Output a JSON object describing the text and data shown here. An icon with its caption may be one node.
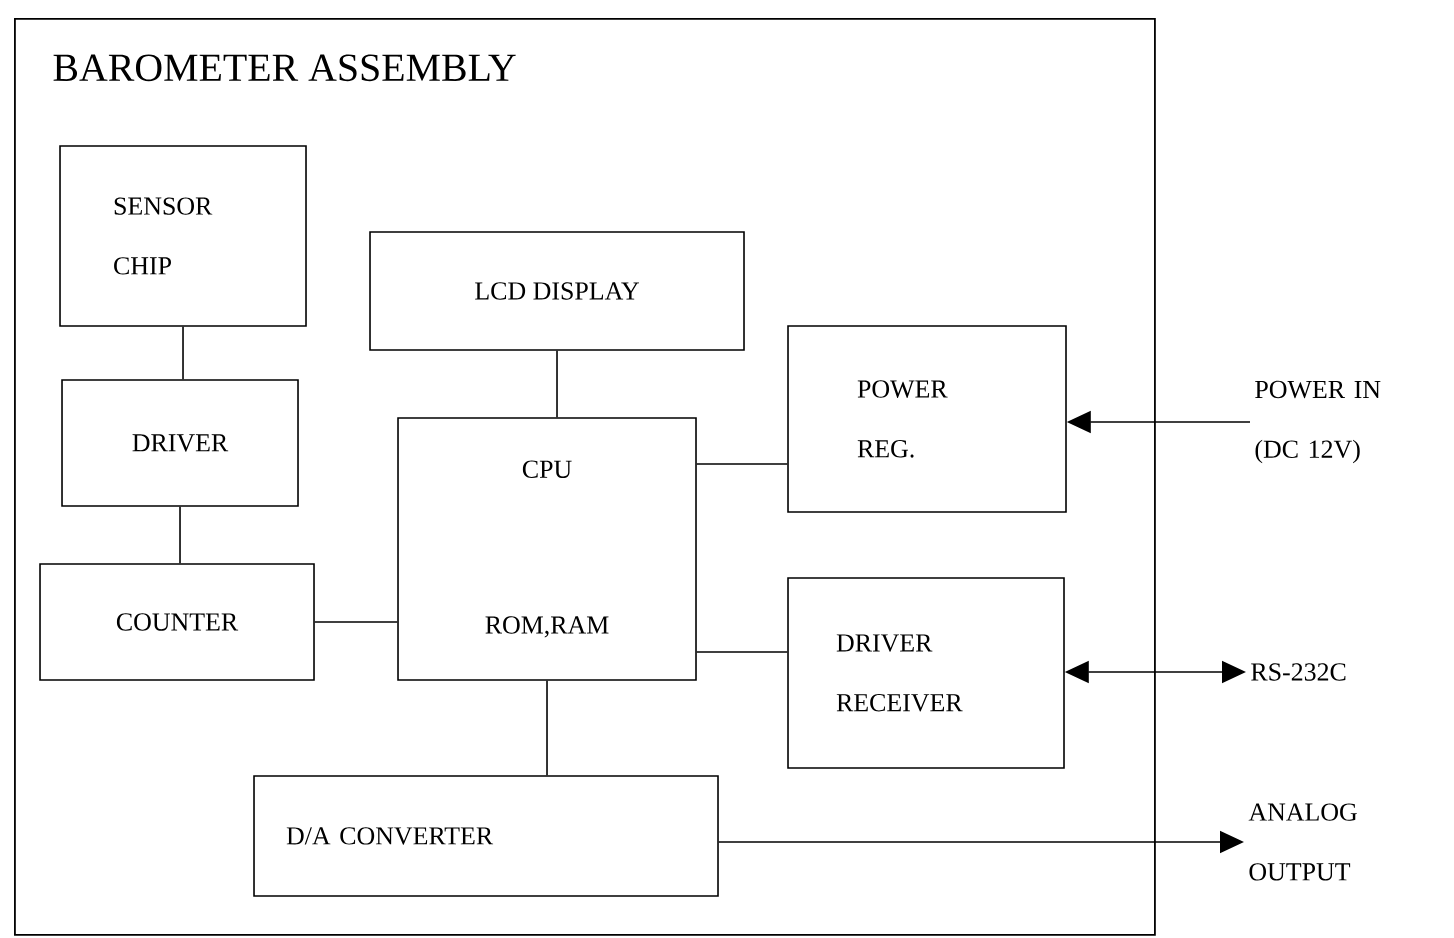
{
  "diagram": {
    "nodes": [
      {
        "text": [
          "BAROMETER ASSEMBLY"
        ]
      },
      {
        "text": [
          "SENSOR CHIP"
        ],
        "in": 0
      },
      {
        "text": [
          "LCD DISPLAY"
        ],
        "in": 0
      },
      {
        "text": [
          "DRIVER"
        ],
        "in": 0
      },
      {
        "text": [
          "POWER REG."
        ],
        "in": 0
      },
      {
        "text": [
          "CPU",
          "ROM,RAM"
        ],
        "in": 0
      },
      {
        "text": [
          "COUNTER"
        ],
        "in": 0
      },
      {
        "text": [
          "DRIVER RECEIVER"
        ],
        "in": 0
      },
      {
        "text": [
          "D/A CONVERTER"
        ],
        "in": 0
      },
      {
        "text": [
          "POWER IN (DC 12V)"
        ]
      },
      {
        "text": [
          "RS-232C"
        ]
      },
      {
        "text": [
          "ANALOG OUTPUT"
        ]
      }
    ],
    "edges": [
      {
        "from": 1,
        "to": 3,
        "arrow": "none"
      },
      {
        "from": 3,
        "to": 6,
        "arrow": "none"
      },
      {
        "from": 6,
        "to": 5,
        "arrow": "none"
      },
      {
        "from": 2,
        "to": 5,
        "arrow": "none"
      },
      {
        "from": 5,
        "to": 4,
        "arrow": "none"
      },
      {
        "from": 5,
        "to": 7,
        "arrow": "none"
      },
      {
        "from": 5,
        "to": 8,
        "arrow": "none"
      },
      {
        "from": 9,
        "to": 4,
        "arrow": "to"
      },
      {
        "from": 7,
        "to": 10,
        "arrow": "both"
      },
      {
        "from": 8,
        "to": 11,
        "arrow": "to"
      }
    ]
  }
}
